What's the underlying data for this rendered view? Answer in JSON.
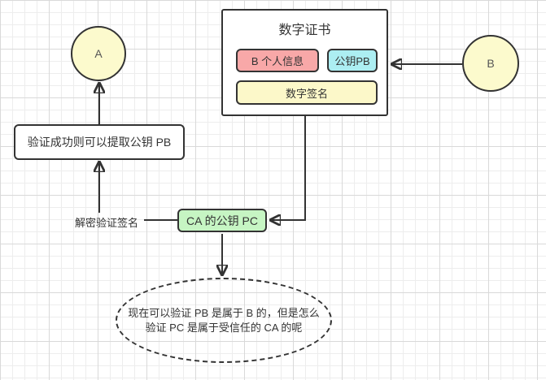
{
  "diagram": {
    "node_a": {
      "label": "A"
    },
    "node_b": {
      "label": "B"
    },
    "certificate": {
      "title": "数字证书",
      "personal_info_label": "B 个人信息",
      "public_key_label": "公钥PB",
      "signature_label": "数字签名"
    },
    "verify_box_label": "验证成功则可以提取公钥 PB",
    "ca_box_label": "CA 的公钥 PC",
    "decrypt_label": "解密验证签名",
    "question": {
      "line1": "现在可以验证 PB 是属于 B 的，但是怎么",
      "line2": "验证 PC 是属于受信任的 CA 的呢"
    }
  },
  "colors": {
    "node_fill_yellow": "#fcfacd",
    "personal_info_pink": "#f8a8a8",
    "public_key_cyan": "#aceef2",
    "signature_yellow": "#fcf8c9",
    "ca_green": "#c6f5c3",
    "stroke": "#333333",
    "grid_minor": "#ededed",
    "grid_major": "#d9d9d9"
  }
}
